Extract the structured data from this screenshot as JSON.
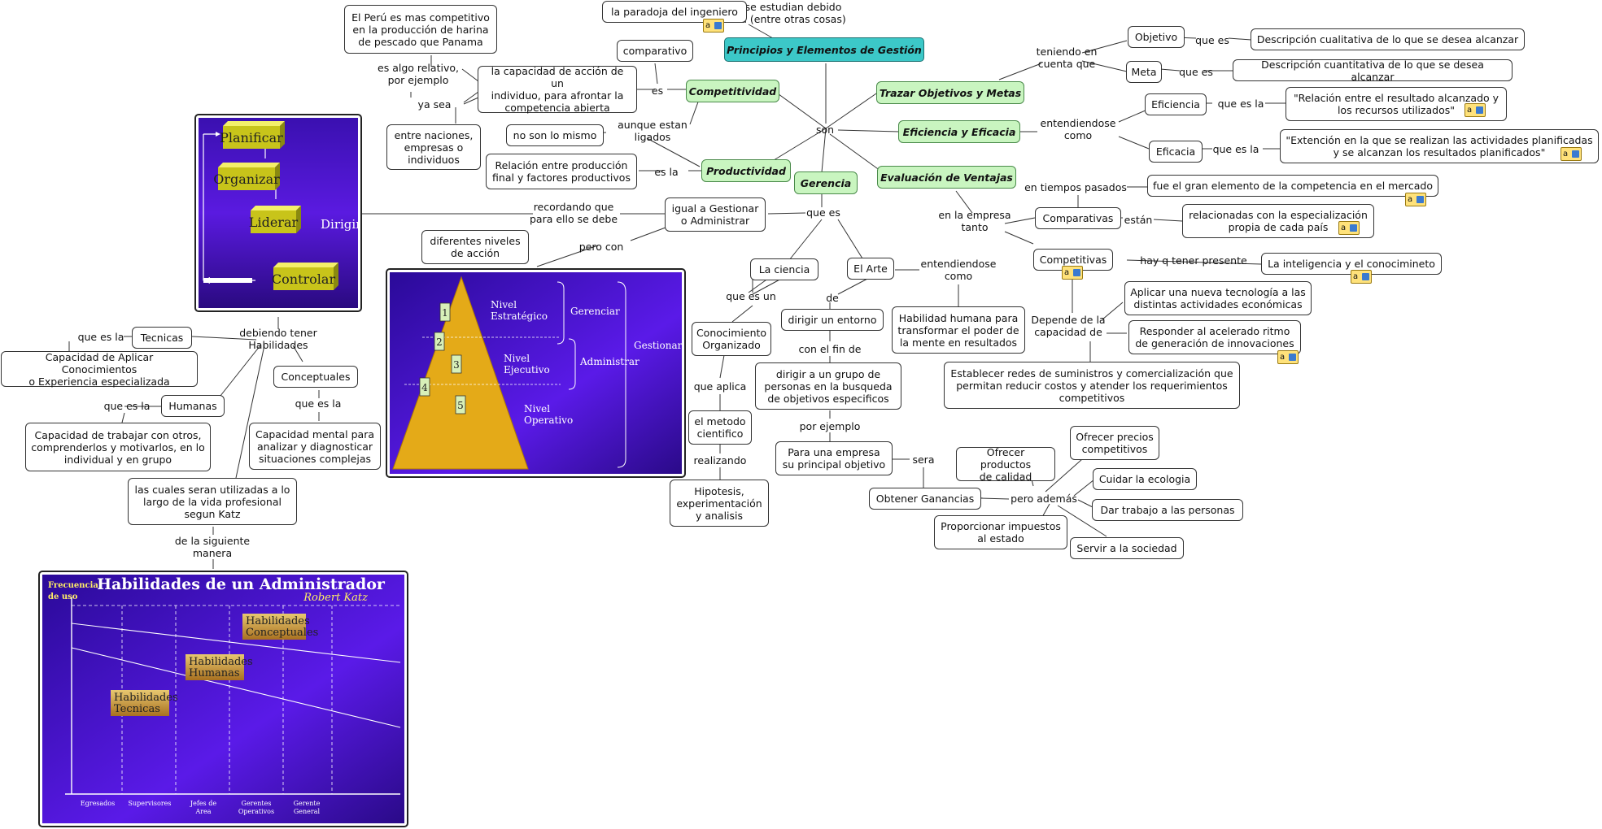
{
  "root": "Principios y Elementos de Gestión",
  "main": {
    "competitividad": "Competitividad",
    "productividad": "Productividad",
    "gerencia": "Gerencia",
    "trazar": "Trazar Objetivos y Metas",
    "eficiencia": "Eficiencia y Eficacia",
    "evaluacion": "Evaluación de Ventajas"
  },
  "links": {
    "se_estudian": "se estudian debido\na (entre otras cosas)",
    "son": "son",
    "es": "es",
    "es_algo": "es algo relativo,\npor ejemplo",
    "ya_sea": "ya sea",
    "aunque": "aunque estan\nligados",
    "es_la": "es la",
    "que_es": "que es",
    "recordando": "recordando que\npara ello se debe",
    "pero_con": "pero con",
    "que_es_un": "que es un",
    "de": "de",
    "entendiendose": "entendiendose\ncomo",
    "con_el_fin": "con el fin de",
    "por_ejemplo": "por ejemplo",
    "sera": "sera",
    "pero_ademas": "pero además",
    "que_aplica": "que aplica",
    "realizando": "realizando",
    "teniendo": "teniendo en\ncuenta que",
    "que_es_obj": "que es",
    "que_es_meta": "que es",
    "entendiendose2": "entendiendose\ncomo",
    "que_es_la1": "que es la",
    "que_es_la2": "que es la",
    "en_la_empresa": "en la empresa\ntanto",
    "en_tiempos": "en tiempos pasados",
    "estan": "están",
    "hay_q": "hay q tener presente",
    "depende": "Depende de la\ncapacidad de",
    "debiendo": "debiendo tener\nHabilidades",
    "que_es_la_tec": "que es la",
    "que_es_la_hum": "que es la",
    "que_es_la_con": "que es la",
    "de_la_siguiente": "de la siguiente\nmanera"
  },
  "nodes": {
    "paradoja": "la paradoja del ingeniero",
    "peru": "El Perú es mas competitivo\nen la producción de harina\nde pescado que Panama",
    "comparativo": "comparativo",
    "capacidad": "la capacidad de acción de un\nindividuo, para afrontar la\ncompetencia abierta",
    "naciones": "entre naciones,\nempresas o\nindividuos",
    "no_son": "no son lo mismo",
    "relacion": "Relación entre producción\nfinal y factores productivos",
    "igual": "igual a Gestionar\no Administrar",
    "niveles": "diferentes niveles\nde acción",
    "ciencia": "La ciencia",
    "arte": "El Arte",
    "dirigir_entorno": "dirigir un entorno",
    "habilidad_humana": "Habilidad humana para\ntransformar el poder de\nla mente en resultados",
    "conocimiento": "Conocimiento\nOrganizado",
    "dirigir_grupo": "dirigir a un grupo de\npersonas en la busqueda\nde objetivos especificos",
    "metodo": "el metodo\ncientifico",
    "hipotesis": "Hipotesis,\nexperimentación\ny analisis",
    "empresa": "Para una empresa\nsu principal objetivo",
    "ganancias": "Obtener Ganancias",
    "productos": "Ofrecer productos\nde calidad",
    "precios": "Ofrecer precios\ncompetitivos",
    "ecologia": "Cuidar la ecologia",
    "trabajo": "Dar trabajo a las personas",
    "impuestos": "Proporcionar impuestos\nal estado",
    "sociedad": "Servir a la sociedad",
    "objetivo": "Objetivo",
    "meta": "Meta",
    "desc_cual": "Descripción cualitativa de lo que se desea alcanzar",
    "desc_cuan": "Descripción cuantitativa de lo que se desea alcanzar",
    "eficiencia": "Eficiencia",
    "eficacia": "Eficacia",
    "rel_eficiencia": "\"Relación entre el resultado alcanzado y\nlos recursos utilizados\"",
    "ext_eficacia": "\"Extención en la que se realizan las actividades planificadas\ny se alcanzan los resultados planificados\"",
    "fue": "fue el gran elemento de la competencia en el mercado",
    "comparativas": "Comparativas",
    "relacionadas": "relacionadas con la especialización\npropia de cada país",
    "competitivas": "Competitivas",
    "inteligencia": "La inteligencia y el conocimineto",
    "tecnologia": "Aplicar una nueva tecnología a las\ndistintas actividades económicas",
    "responder": "Responder al acelerado ritmo\nde generación de innovaciones",
    "redes": "Establecer redes de suministros y comercialización que\npermitan reducir costos y atender los requerimientos\ncompetitivos",
    "tecnicas": "Tecnicas",
    "cap_aplicar": "Capacidad de Aplicar Conocimientos\no Experiencia especializada",
    "humanas": "Humanas",
    "cap_trabajar": "Capacidad de trabajar con otros,\ncomprenderlos y motivarlos, en lo\nindividual y en grupo",
    "conceptuales": "Conceptuales",
    "cap_mental": "Capacidad mental para\nanalizar y diagnosticar\nsituaciones complejas",
    "cuales": "las cuales seran utilizadas a lo\nlargo de la vida profesional\nsegun Katz"
  },
  "process_image": {
    "steps": [
      "Planificar",
      "Organizar",
      "Liderar",
      "Controlar"
    ],
    "side_label": "Dirigir"
  },
  "pyramid_image": {
    "numbers": [
      "1",
      "2",
      "3",
      "4",
      "5"
    ],
    "levels": [
      "Nivel\nEstratégico",
      "Nivel\nEjecutivo",
      "Nivel\nOperativo"
    ],
    "brackets": [
      "Gerenciar",
      "Administrar",
      "Gestionar"
    ]
  },
  "katz_image": {
    "title": "Habilidades de un Administrador",
    "subtitle": "Robert Katz",
    "ylabel": "Frecuencia\nde uso",
    "categories": [
      "Egresados",
      "Supervisores",
      "Jefes de\nArea",
      "Gerentes\nOperativos",
      "Gerente\nGeneral"
    ],
    "labels": [
      "Habilidades\nConceptuales",
      "Habilidades\nHumanas",
      "Habilidades\nTecnicas"
    ]
  },
  "colors": {
    "main_green": "#c9f5c0",
    "root_teal": "#3cc8c8",
    "purple": "#4a0ec8",
    "gold": "#e4aa18"
  }
}
